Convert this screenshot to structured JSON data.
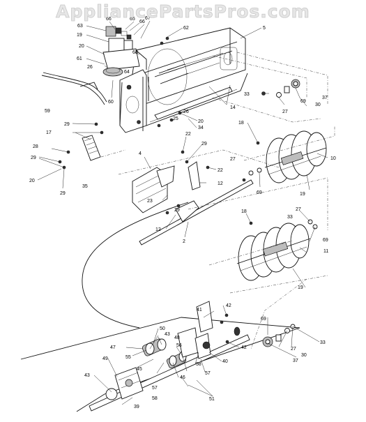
{
  "watermark": "AppliancePartsPros.com",
  "callouts": [
    {
      "id": "c63",
      "text": "63"
    },
    {
      "id": "c66a",
      "text": "66"
    },
    {
      "id": "c65",
      "text": "65"
    },
    {
      "id": "c66b",
      "text": "66"
    },
    {
      "id": "c67",
      "text": "67"
    },
    {
      "id": "c62",
      "text": "62"
    },
    {
      "id": "c5",
      "text": "5"
    },
    {
      "id": "c19a",
      "text": "19"
    },
    {
      "id": "c20a",
      "text": "20"
    },
    {
      "id": "c68",
      "text": "68"
    },
    {
      "id": "c61",
      "text": "61"
    },
    {
      "id": "c26a",
      "text": "26"
    },
    {
      "id": "c64",
      "text": "64"
    },
    {
      "id": "c60",
      "text": "60"
    },
    {
      "id": "c59",
      "text": "59"
    },
    {
      "id": "c14",
      "text": "14"
    },
    {
      "id": "c26b",
      "text": "26"
    },
    {
      "id": "c25",
      "text": "25"
    },
    {
      "id": "c20b",
      "text": "20"
    },
    {
      "id": "c34",
      "text": "34"
    },
    {
      "id": "c29a",
      "text": "29"
    },
    {
      "id": "c17",
      "text": "17"
    },
    {
      "id": "c28",
      "text": "28"
    },
    {
      "id": "c29b",
      "text": "29"
    },
    {
      "id": "c20c",
      "text": "20"
    },
    {
      "id": "c35",
      "text": "35"
    },
    {
      "id": "c29c",
      "text": "29"
    },
    {
      "id": "c33a",
      "text": "33"
    },
    {
      "id": "c37a",
      "text": "37"
    },
    {
      "id": "c69a",
      "text": "69"
    },
    {
      "id": "c30a",
      "text": "30"
    },
    {
      "id": "c27a",
      "text": "27"
    },
    {
      "id": "c18a",
      "text": "18"
    },
    {
      "id": "c10",
      "text": "10"
    },
    {
      "id": "c22a",
      "text": "22"
    },
    {
      "id": "c29d",
      "text": "29"
    },
    {
      "id": "c4",
      "text": "4"
    },
    {
      "id": "c22b",
      "text": "22"
    },
    {
      "id": "c27b",
      "text": "27"
    },
    {
      "id": "c12a",
      "text": "12"
    },
    {
      "id": "c69b",
      "text": "69"
    },
    {
      "id": "c19b",
      "text": "19"
    },
    {
      "id": "c23",
      "text": "23"
    },
    {
      "id": "c29e",
      "text": "29"
    },
    {
      "id": "c12b",
      "text": "12"
    },
    {
      "id": "c2",
      "text": "2"
    },
    {
      "id": "c18b",
      "text": "18"
    },
    {
      "id": "c27c",
      "text": "27"
    },
    {
      "id": "c33b",
      "text": "33"
    },
    {
      "id": "c69c",
      "text": "69"
    },
    {
      "id": "c11",
      "text": "11"
    },
    {
      "id": "c19c",
      "text": "19"
    },
    {
      "id": "c41",
      "text": "41"
    },
    {
      "id": "c42a",
      "text": "42"
    },
    {
      "id": "c42b",
      "text": "42"
    },
    {
      "id": "c69d",
      "text": "69"
    },
    {
      "id": "c33c",
      "text": "33"
    },
    {
      "id": "c27d",
      "text": "27"
    },
    {
      "id": "c30b",
      "text": "30"
    },
    {
      "id": "c37b",
      "text": "37"
    },
    {
      "id": "c50",
      "text": "50"
    },
    {
      "id": "c43a",
      "text": "43"
    },
    {
      "id": "c48",
      "text": "48"
    },
    {
      "id": "c47",
      "text": "47"
    },
    {
      "id": "c56",
      "text": "56"
    },
    {
      "id": "c55",
      "text": "55"
    },
    {
      "id": "c45",
      "text": "45"
    },
    {
      "id": "c58a",
      "text": "58"
    },
    {
      "id": "c40",
      "text": "40"
    },
    {
      "id": "c49",
      "text": "49"
    },
    {
      "id": "c46",
      "text": "46"
    },
    {
      "id": "c57a",
      "text": "57"
    },
    {
      "id": "c43b",
      "text": "43"
    },
    {
      "id": "c57b",
      "text": "57"
    },
    {
      "id": "c58b",
      "text": "58"
    },
    {
      "id": "c51",
      "text": "51"
    },
    {
      "id": "c39",
      "text": "39"
    }
  ]
}
